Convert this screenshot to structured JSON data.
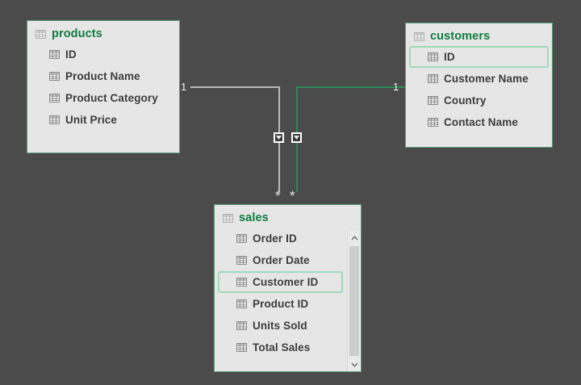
{
  "canvas": {
    "background": "#4b4b4b",
    "accent_green": "#107c41",
    "border_green": "#5a9e7a",
    "highlight_green": "#9fd9ba",
    "card_background": "#e6e6e6",
    "relationship_inactive_color": "#b8b8b8",
    "relationship_active_color": "#2e8b57"
  },
  "tables": [
    {
      "name": "products",
      "icon": "table-grid-icon",
      "fields": [
        {
          "label": "ID",
          "icon": "field-grid-icon",
          "selected": false
        },
        {
          "label": "Product Name",
          "icon": "field-grid-icon",
          "selected": false
        },
        {
          "label": "Product Category",
          "icon": "field-grid-icon",
          "selected": false
        },
        {
          "label": "Unit Price",
          "icon": "field-grid-icon",
          "selected": false
        }
      ],
      "has_scrollbar": false
    },
    {
      "name": "customers",
      "icon": "table-grid-icon",
      "fields": [
        {
          "label": "ID",
          "icon": "field-grid-icon",
          "selected": true
        },
        {
          "label": "Customer Name",
          "icon": "field-grid-icon",
          "selected": false
        },
        {
          "label": "Country",
          "icon": "field-grid-icon",
          "selected": false
        },
        {
          "label": "Contact Name",
          "icon": "field-grid-icon",
          "selected": false
        }
      ],
      "has_scrollbar": false
    },
    {
      "name": "sales",
      "icon": "table-grid-icon",
      "fields": [
        {
          "label": "Order ID",
          "icon": "field-grid-icon",
          "selected": false
        },
        {
          "label": "Order Date",
          "icon": "field-grid-icon",
          "selected": false
        },
        {
          "label": "Customer ID",
          "icon": "field-grid-icon",
          "selected": true
        },
        {
          "label": "Product ID",
          "icon": "field-grid-icon",
          "selected": false
        },
        {
          "label": "Units Sold",
          "icon": "field-grid-icon",
          "selected": false
        },
        {
          "label": "Total Sales",
          "icon": "field-grid-icon",
          "selected": false
        }
      ],
      "has_scrollbar": true,
      "scrollbar": {
        "up_arrow_icon": "chevron-up-icon",
        "down_arrow_icon": "chevron-down-icon"
      }
    }
  ],
  "relationships": [
    {
      "id": "products-sales",
      "from_table": "products",
      "to_table": "sales",
      "from_cardinality": "1",
      "to_cardinality": "*",
      "cross_filter_icon": "filter-direction-arrow-icon",
      "color": "#b8b8b8",
      "active": false
    },
    {
      "id": "customers-sales",
      "from_table": "customers",
      "to_table": "sales",
      "from_cardinality": "1",
      "to_cardinality": "*",
      "cross_filter_icon": "filter-direction-arrow-icon",
      "color": "#2e8b57",
      "active": true
    }
  ]
}
